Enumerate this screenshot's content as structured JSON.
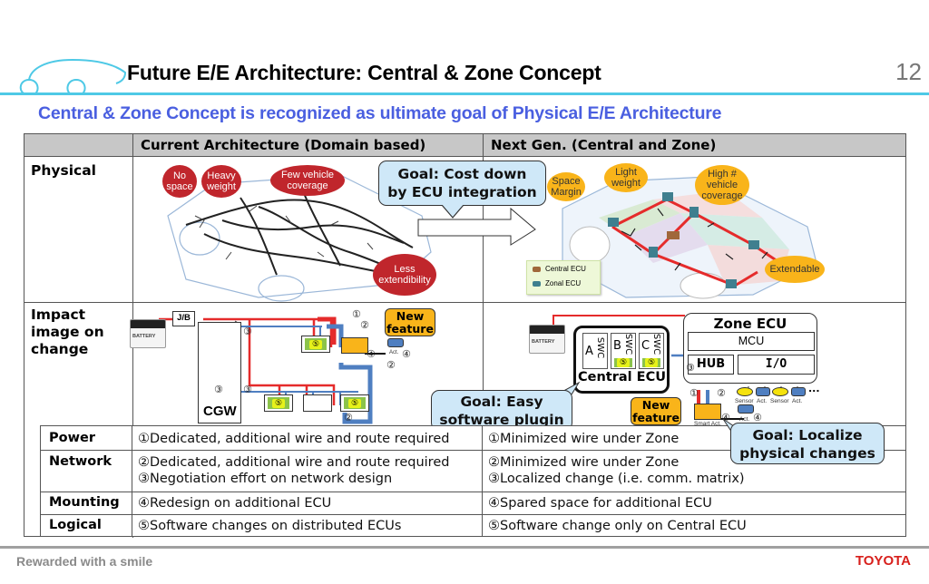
{
  "header": {
    "title": "Future E/E Architecture: Central & Zone Concept",
    "page_number": "12",
    "subtitle": "Central & Zone Concept is recognized as ultimate goal of Physical E/E Architecture"
  },
  "table": {
    "col_headers": [
      "Current Architecture (Domain based)",
      "Next Gen. (Central and Zone)"
    ],
    "row_labels": {
      "physical": "Physical",
      "impact": "Impact image on change"
    },
    "physical": {
      "current_issues": [
        "No space",
        "Heavy weight",
        "Few vehicle coverage",
        "Less extendibility"
      ],
      "goal": [
        "Goal: Cost down",
        "by ECU integration"
      ],
      "next_benefits": [
        "Space Margin",
        "Light weight",
        "High # vehicle coverage",
        "Extendable"
      ],
      "legend": [
        "Central ECU",
        "Zonal ECU"
      ]
    },
    "impact": {
      "current": {
        "battery": "BATTERY",
        "junction_box": "J/B",
        "gateway": "CGW",
        "new_feature": [
          "New",
          "feature"
        ],
        "act": "Act.",
        "marks": {
          "one": "①",
          "two": "②",
          "three": "③",
          "four": "④",
          "five": "⑤"
        }
      },
      "next": {
        "battery": "BATTERY",
        "central_ecu": "Central ECU",
        "swc": [
          "A",
          "B",
          "C"
        ],
        "swc_label": "SWC",
        "zone_ecu": "Zone ECU",
        "mcu": "MCU",
        "hub": "HUB",
        "io": "I/O",
        "io_devices": [
          "Sensor",
          "Act.",
          "Sensor",
          "Act."
        ],
        "ellipsis": "...",
        "new_feature": [
          "New",
          "feature"
        ],
        "smart_act": "Smart Act.",
        "act": "Act.",
        "goal_plugin": [
          "Goal: Easy",
          "software plugin"
        ],
        "goal_localize": [
          "Goal: Localize",
          "physical changes"
        ]
      }
    },
    "details": [
      {
        "label": "Power",
        "current": [
          "①Dedicated, additional wire and route required"
        ],
        "next": [
          "①Minimized wire under Zone"
        ]
      },
      {
        "label": "Network",
        "current": [
          "②Dedicated, additional wire and route required",
          "③Negotiation effort on network design"
        ],
        "next": [
          "②Minimized wire under Zone",
          "③Localized change (i.e. comm. matrix)"
        ]
      },
      {
        "label": "Mounting",
        "current": [
          "④Redesign on additional ECU"
        ],
        "next": [
          "④Spared space for additional ECU"
        ]
      },
      {
        "label": "Logical",
        "current": [
          "⑤Software changes on distributed ECUs"
        ],
        "next": [
          "⑤Software change only on Central ECU"
        ]
      }
    ]
  },
  "footer": {
    "tagline": "Rewarded with a smile",
    "brand": "TOYOTA"
  },
  "colors": {
    "accent_line": "#4ec9e6",
    "subtitle": "#4a5fe0",
    "power_wire": "#e52b2b",
    "network_wire": "#4f7fc1",
    "goal_bubble": "#cfe8f8",
    "issue_cloud": "#c0262c",
    "benefit_cloud": "#f9b41a",
    "brand": "#d8201c"
  }
}
